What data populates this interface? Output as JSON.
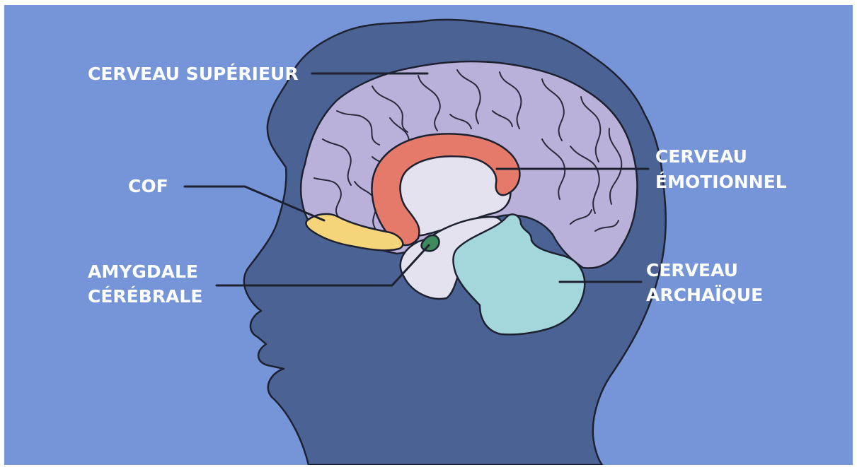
{
  "diagram": {
    "labels": {
      "upper_brain": "CERVEAU SUPÉRIEUR",
      "cof": "COF",
      "amygdala_line1": "AMYGDALE",
      "amygdala_line2": "CÉRÉBRALE",
      "emotional_line1": "CERVEAU",
      "emotional_line2": "ÉMOTIONNEL",
      "archaic_line1": "CERVEAU",
      "archaic_line2": "ARCHAÏQUE"
    },
    "colors": {
      "background": "#7595d8",
      "head_silhouette": "#4b6394",
      "cortex": "#bab1db",
      "limbic": "#e57a6b",
      "orbitofrontal": "#f6d47a",
      "amygdala": "#3d8a5c",
      "cerebellum": "#a3d7dc",
      "brainstem": "#e4e2ee",
      "outline": "#1e2230",
      "label_text": "#ffffff"
    }
  }
}
